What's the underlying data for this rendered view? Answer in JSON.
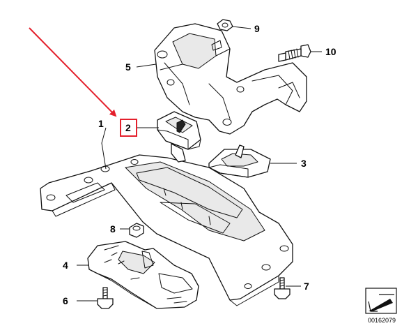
{
  "callouts": {
    "c1": "1",
    "c2": "2",
    "c3": "3",
    "c4": "4",
    "c5": "5",
    "c6": "6",
    "c7": "7",
    "c8": "8",
    "c9": "9",
    "c10": "10"
  },
  "doc_number": "00162079",
  "highlight": {
    "callout": "2",
    "color": "#e4202c"
  },
  "pointer_arrow": {
    "color": "#e4202c"
  }
}
